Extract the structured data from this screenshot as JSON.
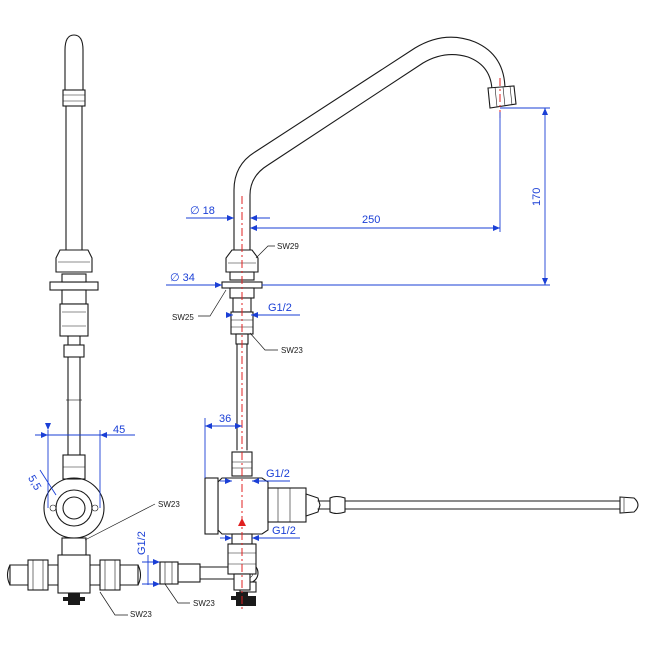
{
  "dimensions": {
    "pipe_diameter": "∅ 18",
    "flange_diameter": "∅ 34",
    "spout_reach": "250",
    "spout_height": "170",
    "side_width": "45",
    "thread_upper": "G1/2",
    "offset": "36",
    "thread_valve_top": "G1/2",
    "thread_valve_bottom": "G1/2",
    "thread_side": "G1/2",
    "angle": "5,5"
  },
  "wrench_sizes": {
    "sw29": "SW29",
    "sw25": "SW25",
    "sw23_upper": "SW23",
    "sw23_side_view": "SW23",
    "sw23_lever": "SW23",
    "sw23_bottom": "SW23"
  },
  "colors": {
    "outline": "#1a1a1a",
    "dimension": "#1a3fd6",
    "centerline": "#e02020"
  }
}
